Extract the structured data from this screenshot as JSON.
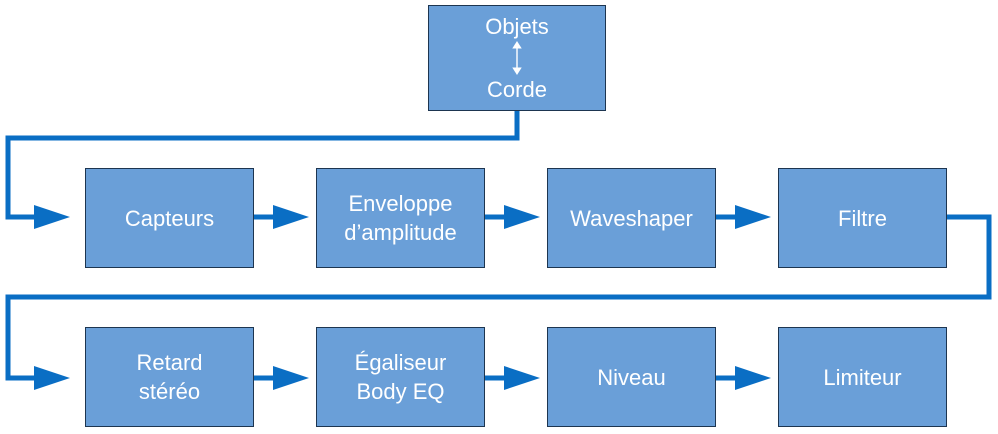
{
  "diagram": {
    "colors": {
      "box_fill": "#6a9fd8",
      "box_border": "#1d3550",
      "box_text": "#ffffff",
      "connector": "#0a6ec4"
    },
    "top_node": {
      "upper_label": "Objets",
      "lower_label": "Corde",
      "icon": "double-arrow-vertical-icon"
    },
    "row1": [
      {
        "lines": [
          "Capteurs"
        ]
      },
      {
        "lines": [
          "Enveloppe",
          "d’amplitude"
        ]
      },
      {
        "lines": [
          "Waveshaper"
        ]
      },
      {
        "lines": [
          "Filtre"
        ]
      }
    ],
    "row2": [
      {
        "lines": [
          "Retard",
          "stéréo"
        ]
      },
      {
        "lines": [
          "Égaliseur",
          "Body EQ"
        ]
      },
      {
        "lines": [
          "Niveau"
        ]
      },
      {
        "lines": [
          "Limiteur"
        ]
      }
    ]
  }
}
